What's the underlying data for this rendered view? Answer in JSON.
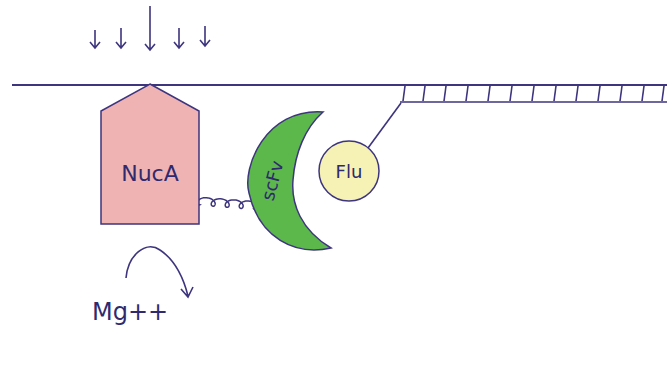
{
  "diagram": {
    "nodes": [
      {
        "text": [
          "NucA"
        ]
      },
      {
        "text": [
          "scFv"
        ]
      },
      {
        "text": [
          "Flu"
        ]
      }
    ],
    "edges": [
      {
        "from": 0,
        "to": 1,
        "arrow": "none"
      }
    ],
    "labels": [
      "Mg++"
    ]
  }
}
